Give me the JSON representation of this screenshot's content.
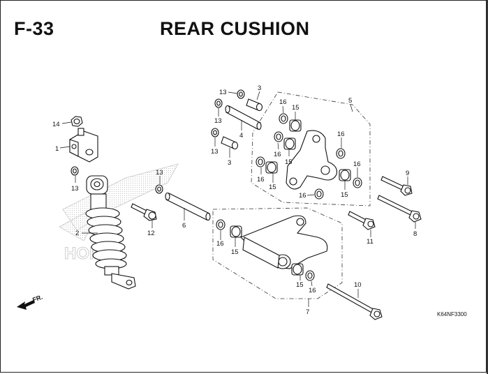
{
  "header": {
    "code": "F-33",
    "title": "REAR CUSHION"
  },
  "reference_code": "K64NF3300",
  "front_indicator": "FR.",
  "watermark": "HONDA",
  "callouts": {
    "c1": "1",
    "c2": "2",
    "c3a": "3",
    "c3b": "3",
    "c4": "4",
    "c5": "5",
    "c6": "6",
    "c7": "7",
    "c8": "8",
    "c9": "9",
    "c10": "10",
    "c11": "11",
    "c12": "12",
    "c13a": "13",
    "c13b": "13",
    "c13c": "13",
    "c13d": "13",
    "c13e": "13",
    "c14": "14",
    "c15a": "15",
    "c15b": "15",
    "c15c": "15",
    "c15d": "15",
    "c15e": "15",
    "c15f": "15",
    "c16a": "16",
    "c16b": "16",
    "c16c": "16",
    "c16d": "16",
    "c16e": "16",
    "c16f": "16",
    "c16g": "16",
    "c16h": "16"
  }
}
